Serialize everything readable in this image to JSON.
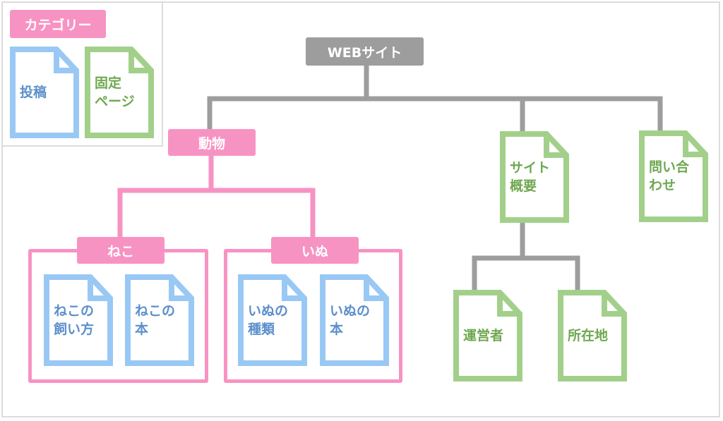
{
  "colors": {
    "post": "#99c8f5",
    "page": "#a2d08b",
    "category": "#f793c3",
    "root": "#9d9d9d"
  },
  "legend": {
    "category_label": "カテゴリー",
    "post_label": "投稿",
    "page_label_line1": "固定",
    "page_label_line2": "ページ"
  },
  "root": {
    "label": "WEBサイト"
  },
  "animals": {
    "label": "動物",
    "cat": {
      "label": "ねこ",
      "docs": [
        {
          "line1": "ねこの",
          "line2": "飼い方",
          "type": "post"
        },
        {
          "line1": "ねこの",
          "line2": "本",
          "type": "post"
        }
      ]
    },
    "dog": {
      "label": "いぬ",
      "docs": [
        {
          "line1": "いぬの",
          "line2": "種類",
          "type": "post"
        },
        {
          "line1": "いぬの",
          "line2": "本",
          "type": "post"
        }
      ]
    }
  },
  "about": {
    "line1": "サイト",
    "line2": "概要",
    "type": "page",
    "children": [
      {
        "line1": "運営者",
        "type": "page"
      },
      {
        "line1": "所在地",
        "type": "page"
      }
    ]
  },
  "contact": {
    "line1": "問い合",
    "line2": "わせ",
    "type": "page"
  }
}
